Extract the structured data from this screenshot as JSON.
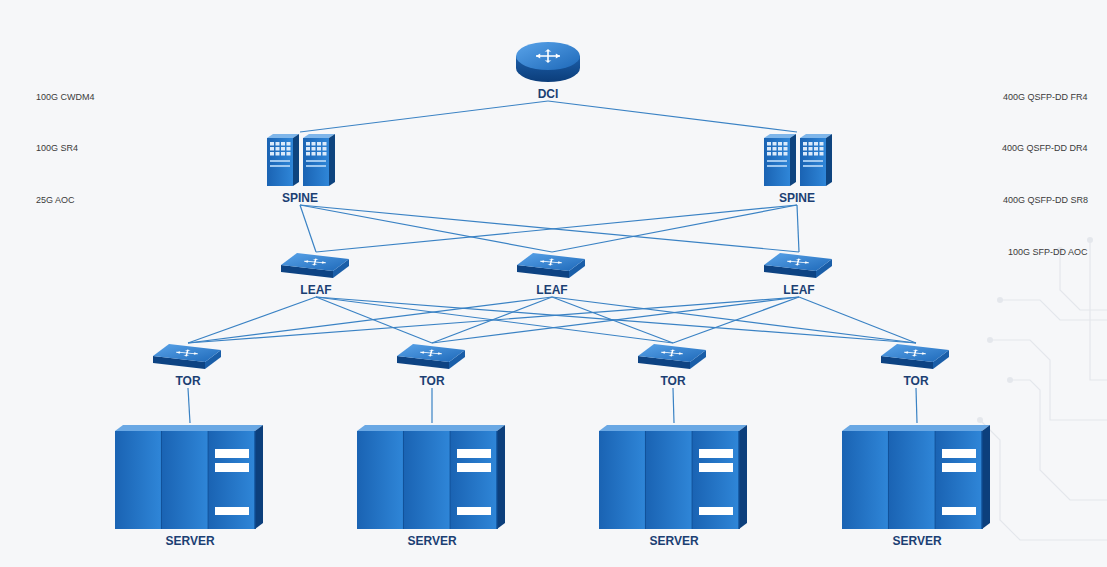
{
  "diagram": {
    "nodes": [
      {
        "text": [
          "DCI"
        ]
      },
      {
        "text": [
          "SPINE"
        ]
      },
      {
        "text": [
          "SPINE"
        ]
      },
      {
        "text": [
          "LEAF"
        ]
      },
      {
        "text": [
          "LEAF"
        ]
      },
      {
        "text": [
          "LEAF"
        ]
      },
      {
        "text": [
          "TOR"
        ]
      },
      {
        "text": [
          "TOR"
        ]
      },
      {
        "text": [
          "TOR"
        ]
      },
      {
        "text": [
          "TOR"
        ]
      },
      {
        "text": [
          "SERVER"
        ]
      },
      {
        "text": [
          "SERVER"
        ]
      },
      {
        "text": [
          "SERVER"
        ]
      },
      {
        "text": [
          "SERVER"
        ]
      }
    ],
    "edges": [
      {
        "from": 0,
        "to": 1,
        "arrow": "none"
      },
      {
        "from": 0,
        "to": 2,
        "arrow": "none"
      },
      {
        "from": 1,
        "to": 3,
        "arrow": "none"
      },
      {
        "from": 1,
        "to": 4,
        "arrow": "none"
      },
      {
        "from": 1,
        "to": 5,
        "arrow": "none"
      },
      {
        "from": 2,
        "to": 3,
        "arrow": "none"
      },
      {
        "from": 2,
        "to": 4,
        "arrow": "none"
      },
      {
        "from": 2,
        "to": 5,
        "arrow": "none"
      },
      {
        "from": 3,
        "to": 6,
        "arrow": "none"
      },
      {
        "from": 3,
        "to": 7,
        "arrow": "none"
      },
      {
        "from": 3,
        "to": 8,
        "arrow": "none"
      },
      {
        "from": 3,
        "to": 9,
        "arrow": "none"
      },
      {
        "from": 4,
        "to": 6,
        "arrow": "none"
      },
      {
        "from": 4,
        "to": 7,
        "arrow": "none"
      },
      {
        "from": 4,
        "to": 8,
        "arrow": "none"
      },
      {
        "from": 4,
        "to": 9,
        "arrow": "none"
      },
      {
        "from": 5,
        "to": 6,
        "arrow": "none"
      },
      {
        "from": 5,
        "to": 7,
        "arrow": "none"
      },
      {
        "from": 5,
        "to": 8,
        "arrow": "none"
      },
      {
        "from": 5,
        "to": 9,
        "arrow": "none"
      },
      {
        "from": 6,
        "to": 10,
        "arrow": "none"
      },
      {
        "from": 7,
        "to": 11,
        "arrow": "none"
      },
      {
        "from": 8,
        "to": 12,
        "arrow": "none"
      },
      {
        "from": 9,
        "to": 13,
        "arrow": "none"
      }
    ],
    "labels": [
      "100G CWDM4",
      "100G SR4",
      "25G AOC",
      "400G QSFP-DD FR4",
      "400G QSFP-DD DR4",
      "400G QSFP-DD SR8",
      "100G SFP-DD AOC"
    ]
  }
}
